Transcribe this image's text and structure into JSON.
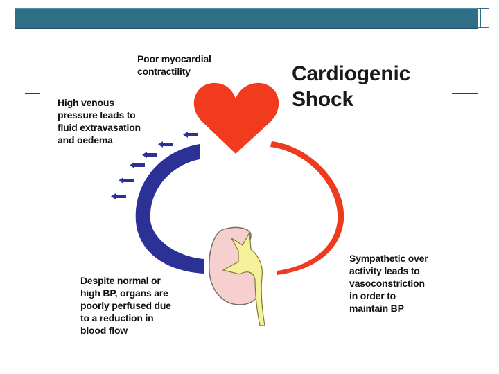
{
  "title": "Cardiogenic\nShock",
  "labels": {
    "heart": "Poor myocardial\ncontractility",
    "venous": "High venous\npressure leads to\nfluid extravasation\nand oedema",
    "organs": "Despite normal or\nhigh BP, organs are\npoorly perfused due\nto a reduction in\nblood flow",
    "sympathetic": "Sympathetic over\nactivity leads to\nvasoconstriction\nin order to\nmaintain BP"
  },
  "colors": {
    "heart": "#f23a1e",
    "arterial_arc": "#ee3a1f",
    "venous_arc": "#2c3196",
    "arrows": "#2c3196",
    "kidney": "#f5d0cf",
    "ureter": "#f4f19a",
    "header_bar": "#2e6e87"
  },
  "icons": [
    "heart-icon",
    "kidney-icon",
    "fluid-leak-arrow-icon"
  ]
}
